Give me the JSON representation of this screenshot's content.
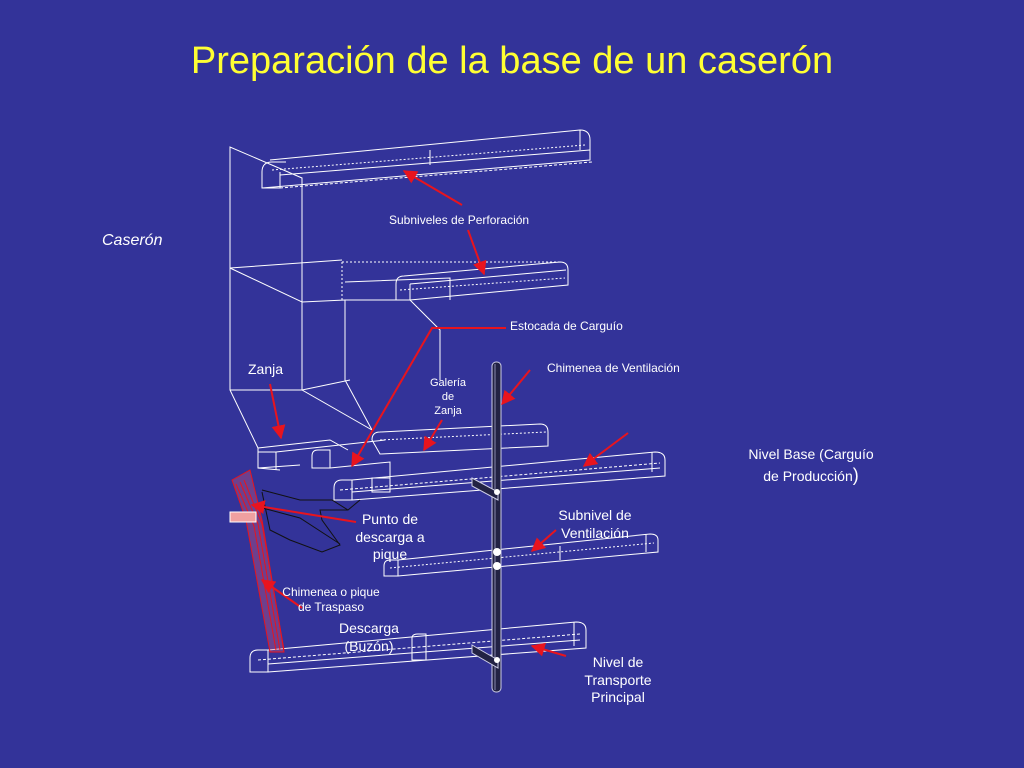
{
  "slide": {
    "title": "Preparación de la base de un caserón"
  },
  "labels": {
    "caseron": "Caserón",
    "subniveles_perforacion": "Subniveles de Perforación",
    "estocada_carguio": "Estocada de Carguío",
    "chimenea_ventilacion": "Chimenea de Ventilación",
    "zanja": "Zanja",
    "galeria_zanja": [
      "Galería",
      "de",
      "Zanja"
    ],
    "nivel_base": [
      "Nivel Base (Carguío",
      "de Producción"
    ],
    "nivel_base_paren": ")",
    "punto_descarga": [
      "Punto de",
      "descarga a",
      "pique"
    ],
    "subnivel_ventilacion": [
      "Subnivel de",
      "Ventilación"
    ],
    "chimenea_pique": [
      "Chimenea o pique",
      "de Traspaso"
    ],
    "descarga": [
      "Descarga",
      "(Buzón)"
    ],
    "nivel_transporte": [
      "Nivel de",
      "Transporte",
      "Principal"
    ]
  },
  "colors": {
    "background": "#333399",
    "title": "#ffff33",
    "arrow": "#e8141e",
    "lines": "#ffffff",
    "dark_lines": "#111111"
  }
}
